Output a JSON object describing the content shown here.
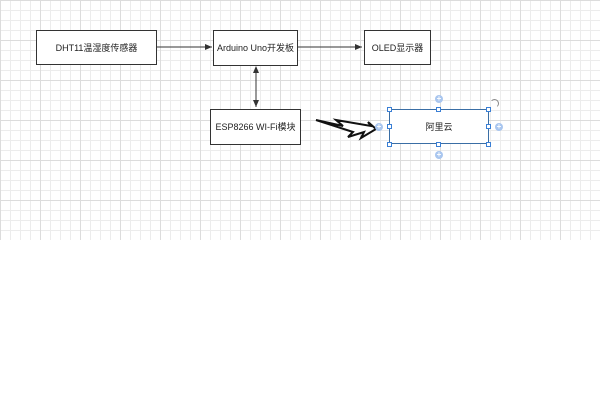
{
  "nodes": {
    "dht11": "DHT11温湿度传感器",
    "arduino": "Arduino Uno开发板",
    "oled": "OLED显示器",
    "esp8266": "ESP8266 WI-Fi模块",
    "aliyun": "阿里云"
  },
  "icons": {
    "wireless": "lightning-bolt-icon",
    "rotate": "rotate-handle-icon",
    "connect": "plus-connector-icon"
  },
  "colors": {
    "selection": "#3a7fd5",
    "connector": "#a9c6ef",
    "stroke": "#333333"
  }
}
